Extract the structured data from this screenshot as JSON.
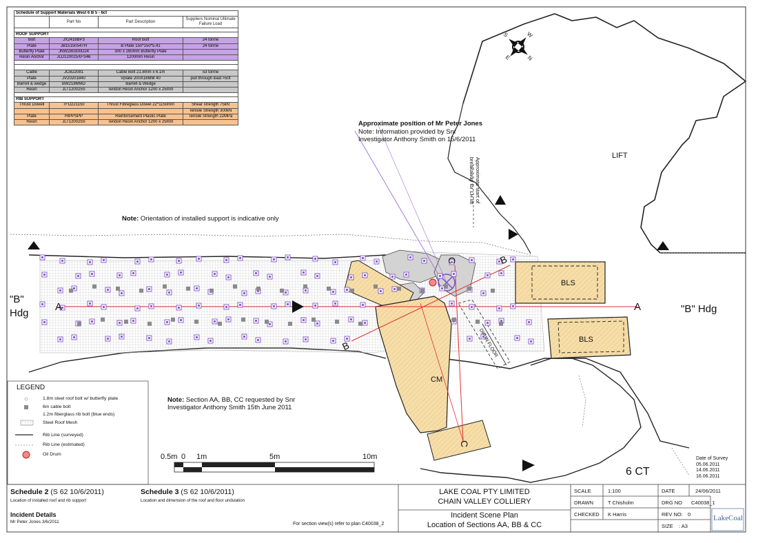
{
  "schedule_table": {
    "title": "Schedule of Support Materials West 6 B 5 - 6ct",
    "headers": [
      "",
      "Part No",
      "Part Description",
      "Suppliers Nominal Ultimate Failure Load"
    ],
    "sections": [
      {
        "name": "ROOF SUPPORT",
        "style": "roof",
        "rows": [
          [
            "Bolt",
            "JX2418BP3",
            "Roof Bolt",
            "24 tonne"
          ],
          [
            "Plate",
            "JB1515054TH",
            "B Plate 150*150*5.41",
            "24 tonne"
          ],
          [
            "Butterfly Plate",
            "JNW280300D24",
            "300 x 280mm Butterfly Plate",
            ""
          ],
          [
            "Resin Anchor",
            "JLD120025XFS46",
            "1200mm Resin",
            ""
          ]
        ]
      },
      {
        "name": "",
        "style": "cable",
        "rows": [
          [
            "Cable",
            "JCB22081",
            "Cable Bolt 21.8mm x 6.1m",
            "53 tonne"
          ],
          [
            "Plate",
            "JV20201840",
            "Vplate 200X16MM 40",
            "pull through load >50t"
          ],
          [
            "Barrell & wedge",
            "BW218MMD",
            "Barrell & Wedge",
            ""
          ],
          [
            "Resin",
            "JLT120025S",
            "Tendon Resin Anchor 1200 x 25mm",
            ""
          ]
        ]
      },
      {
        "name": "RIB SUPPORT",
        "style": "rib",
        "rows": [
          [
            "Thrust Dowell",
            "TFD221150",
            "Thrust Fibreglass Dowel 22*1150mm",
            "Shear strength 75kN"
          ],
          [
            "",
            "",
            "",
            "Tensile Strength 300kN"
          ],
          [
            "Plate",
            "HIPPSPP",
            "Reinforcement Plastic Plate",
            "Tensile Strength 22MPa"
          ],
          [
            "Resin",
            "JLT120025S",
            "Tendon Resin Anchor 1200 x 25mm",
            ""
          ]
        ]
      }
    ]
  },
  "annotations": {
    "approx_position_title": "Approximate position of Mr Peter Jones",
    "approx_position_note1": "Note: Information provided by Snr",
    "approx_position_note2": "Investigator Anthony Smith on 15/6/2011",
    "orientation_note_bold": "Note:",
    "orientation_note_text": "Orientation of installed support is indicative only",
    "section_note_bold": "Note:",
    "section_note_line1": "Section AA, BB, CC requested by Snr",
    "section_note_line2": "Investigator Anthony Smith 15th June 2011",
    "lift_breakaway_line1": "Approximate start of",
    "lift_breakaway_line2": "breakaway for LH lift",
    "dip_in_floor": "DIP IN FLOOR"
  },
  "map_labels": {
    "lift": "LIFT",
    "b_hdg_left_1": "\"B\"",
    "b_hdg_left_2": "Hdg",
    "b_hdg_right": "\"B\" Hdg",
    "a_left": "A",
    "a_right": "A",
    "b_upper": "B",
    "b_lower": "B",
    "c_upper": "C",
    "c_lower": "C",
    "bls1": "BLS",
    "bls2": "BLS",
    "cm": "CM",
    "six_ct": "6 CT",
    "compass_n": "N",
    "compass_s": "S",
    "compass_e": "E",
    "compass_w": "W"
  },
  "scale_bar": {
    "labels": [
      "0.5m",
      "0",
      "1m",
      "5m",
      "10m"
    ]
  },
  "survey_dates": {
    "title": "Date of Survey",
    "dates": [
      "05.06.2011",
      "14.06.2011",
      "16.06.2011"
    ]
  },
  "legend": {
    "title": "LEGEND",
    "items": [
      "1.8m steel roof bolt w/ butterfly plate",
      "6m cable bolt",
      "1.2m fiberglass rib bolt (blue ends)",
      "Steel Roof Mesh",
      "Rib Line (surveyed)",
      "Rib Line (estimated)",
      "Oil Drum"
    ]
  },
  "title_block": {
    "schedule2_bold": "Schedule 2",
    "schedule2_rest": "(S 62 10/6/2011)",
    "schedule2_desc": "Location of installed roof and rib support",
    "schedule3_bold": "Schedule 3",
    "schedule3_rest": "(S 62 10/6/2011)",
    "schedule3_desc": "Location and dimension of the roof and floor undulation",
    "incident_title": "Incident Details",
    "incident_desc": "Mr Peter Jones 3/6/2011",
    "section_ref": "For section view(s) refer to plan C40038_2",
    "company1": "LAKE COAL PTY LIMITED",
    "company2": "CHAIN VALLEY COLLIERY",
    "plan_title1": "Incident Scene Plan",
    "plan_title2": "Location of Sections AA, BB & CC",
    "scale_label": "SCALE",
    "scale_value": "1:100",
    "date_label": "DATE",
    "date_value": "24/06/2011",
    "drawn_label": "DRAWN",
    "drawn_value": "T Chisholm",
    "drg_label": "DRG NO",
    "drg_value": "C40038_1",
    "checked_label": "CHECKED",
    "checked_value": "K Harris",
    "rev_label": "REV NO:",
    "rev_value": "0",
    "size_label": "SIZE",
    "size_value": ":  A3",
    "logo_text": "LakeCoal"
  },
  "colors": {
    "roof_support": "#c7a2e6",
    "cable_support": "#c8c8c8",
    "rib_support": "#f7c290",
    "section_line": "#e0312f",
    "equipment_fill": "#f6deaa",
    "roof_bolt": "#8c62c9",
    "cable_bolt": "#8a8a8a",
    "rubble": "#d3d3d3"
  }
}
